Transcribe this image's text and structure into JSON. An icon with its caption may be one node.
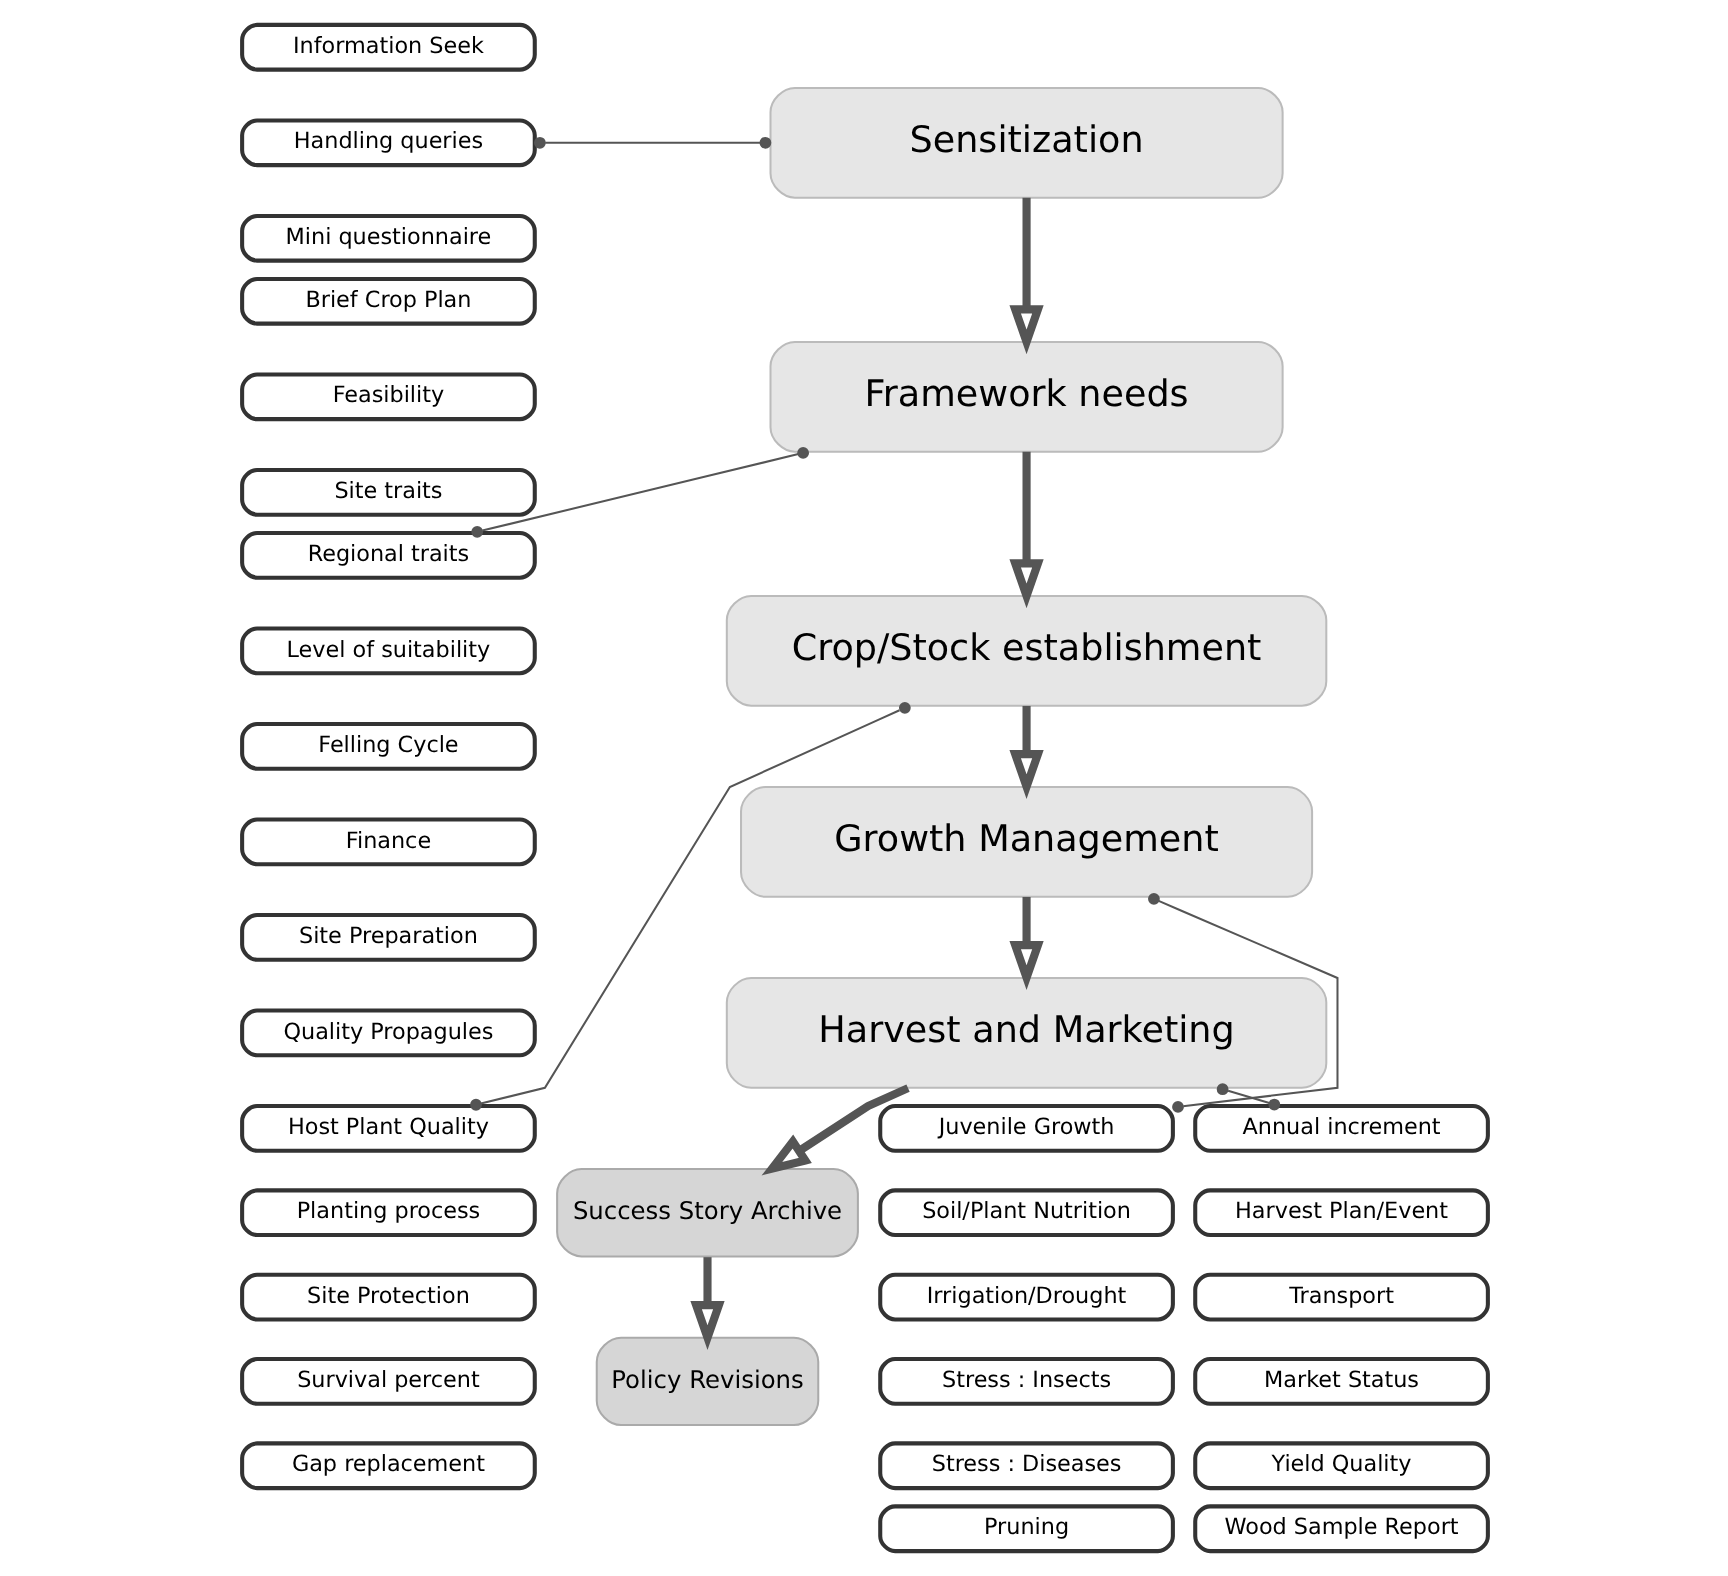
{
  "diagram": {
    "nodes": [
      {
        "text": [
          "Sensitization"
        ]
      },
      {
        "text": [
          "Framework needs"
        ]
      },
      {
        "text": [
          "Crop/Stock establishment"
        ]
      },
      {
        "text": [
          "Growth Management"
        ]
      },
      {
        "text": [
          "Harvest and Marketing"
        ]
      },
      {
        "text": [
          "Success Story Archive"
        ]
      },
      {
        "text": [
          "Policy Revisions"
        ]
      },
      {
        "text": [
          "Information Seek"
        ]
      },
      {
        "text": [
          "Handling queries"
        ]
      },
      {
        "text": [
          "Mini questionnaire"
        ]
      },
      {
        "text": [
          "Brief Crop Plan"
        ]
      },
      {
        "text": [
          "Feasibility"
        ]
      },
      {
        "text": [
          "Site traits"
        ]
      },
      {
        "text": [
          "Regional traits"
        ]
      },
      {
        "text": [
          "Level of suitability"
        ]
      },
      {
        "text": [
          "Felling Cycle"
        ]
      },
      {
        "text": [
          "Finance"
        ]
      },
      {
        "text": [
          "Site Preparation"
        ]
      },
      {
        "text": [
          "Quality Propagules"
        ]
      },
      {
        "text": [
          "Host Plant Quality"
        ]
      },
      {
        "text": [
          "Planting process"
        ]
      },
      {
        "text": [
          "Site Protection"
        ]
      },
      {
        "text": [
          "Survival percent"
        ]
      },
      {
        "text": [
          "Gap replacement"
        ]
      },
      {
        "text": [
          "Juvenile Growth"
        ]
      },
      {
        "text": [
          "Soil/Plant Nutrition"
        ]
      },
      {
        "text": [
          "Irrigation/Drought"
        ]
      },
      {
        "text": [
          "Stress : Insects"
        ]
      },
      {
        "text": [
          "Stress : Diseases"
        ]
      },
      {
        "text": [
          "Pruning"
        ]
      },
      {
        "text": [
          "Annual increment"
        ]
      },
      {
        "text": [
          "Harvest Plan/Event"
        ]
      },
      {
        "text": [
          "Transport"
        ]
      },
      {
        "text": [
          "Market Status"
        ]
      },
      {
        "text": [
          "Yield Quality"
        ]
      },
      {
        "text": [
          "Wood Sample Report"
        ]
      }
    ],
    "edges": [
      {
        "from": 0,
        "to": 1,
        "arrow": "to"
      },
      {
        "from": 1,
        "to": 2,
        "arrow": "to"
      },
      {
        "from": 2,
        "to": 3,
        "arrow": "to"
      },
      {
        "from": 3,
        "to": 4,
        "arrow": "to"
      },
      {
        "from": 4,
        "to": 5,
        "arrow": "to"
      },
      {
        "from": 5,
        "to": 6,
        "arrow": "to"
      },
      {
        "from": 8,
        "to": 0,
        "arrow": "other"
      },
      {
        "from": 13,
        "to": 1,
        "arrow": "other"
      },
      {
        "from": 19,
        "to": 2,
        "arrow": "other"
      },
      {
        "from": 24,
        "to": 3,
        "arrow": "other"
      },
      {
        "from": 30,
        "to": 4,
        "arrow": "other"
      }
    ]
  }
}
